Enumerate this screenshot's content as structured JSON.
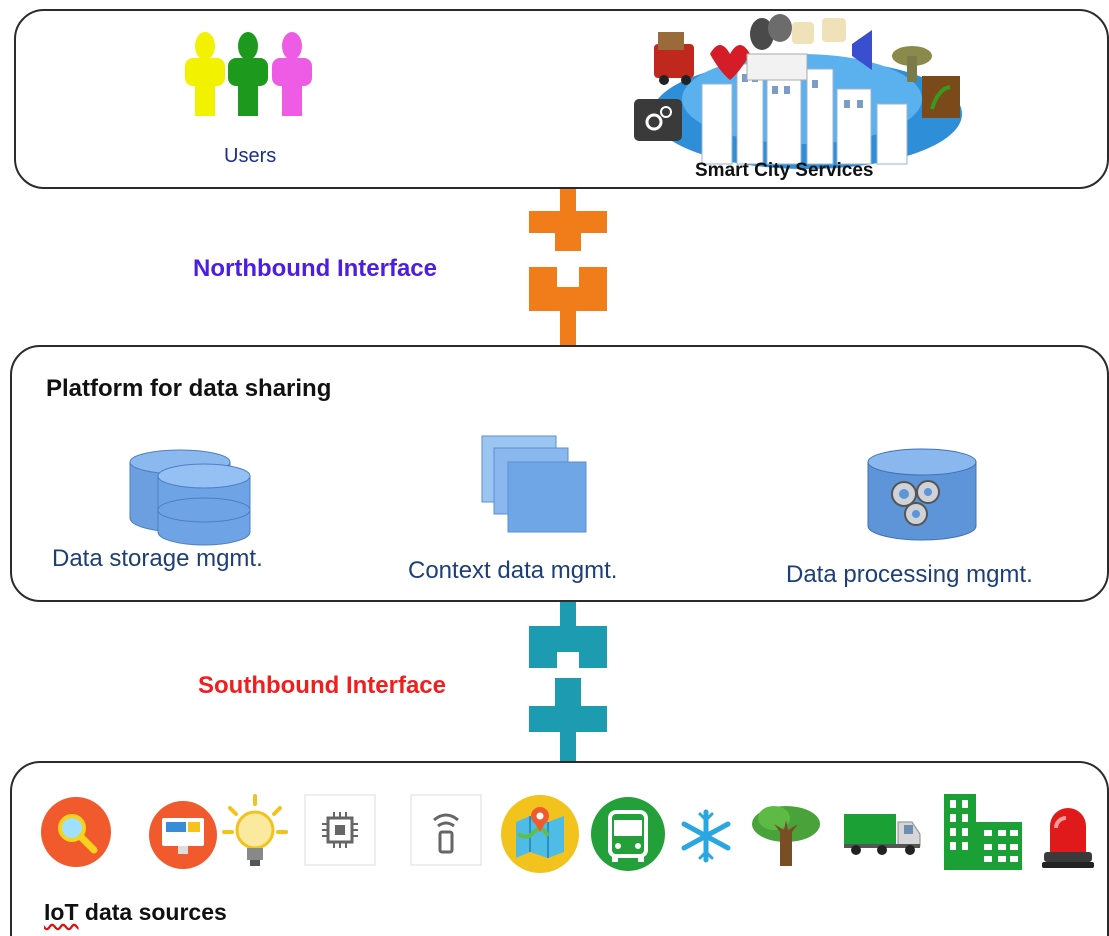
{
  "top_panel": {
    "users_label": "Users",
    "services_label": "Smart City Services"
  },
  "northbound": {
    "label": "Northbound Interface",
    "color": "#f07c1a"
  },
  "platform": {
    "title": "Platform for data sharing",
    "components": [
      {
        "label": "Data storage mgmt.",
        "icon": "database-stack-icon"
      },
      {
        "label": "Context data mgmt.",
        "icon": "stacked-documents-icon"
      },
      {
        "label": "Data processing mgmt.",
        "icon": "database-gears-icon"
      }
    ]
  },
  "southbound": {
    "label": "Southbound Interface",
    "color": "#1d9bb0"
  },
  "iot": {
    "title_prefix": "IoT",
    "title_suffix": " data sources",
    "icons": [
      "search-icon",
      "monitor-icon",
      "lightbulb-icon",
      "chip-icon",
      "remote-sensor-icon",
      "map-pin-icon",
      "bus-icon",
      "snowflake-icon",
      "tree-icon",
      "truck-icon",
      "buildings-icon",
      "siren-icon"
    ]
  },
  "user_colors": [
    "#f2f200",
    "#1d9a1d",
    "#ee5ce6"
  ]
}
